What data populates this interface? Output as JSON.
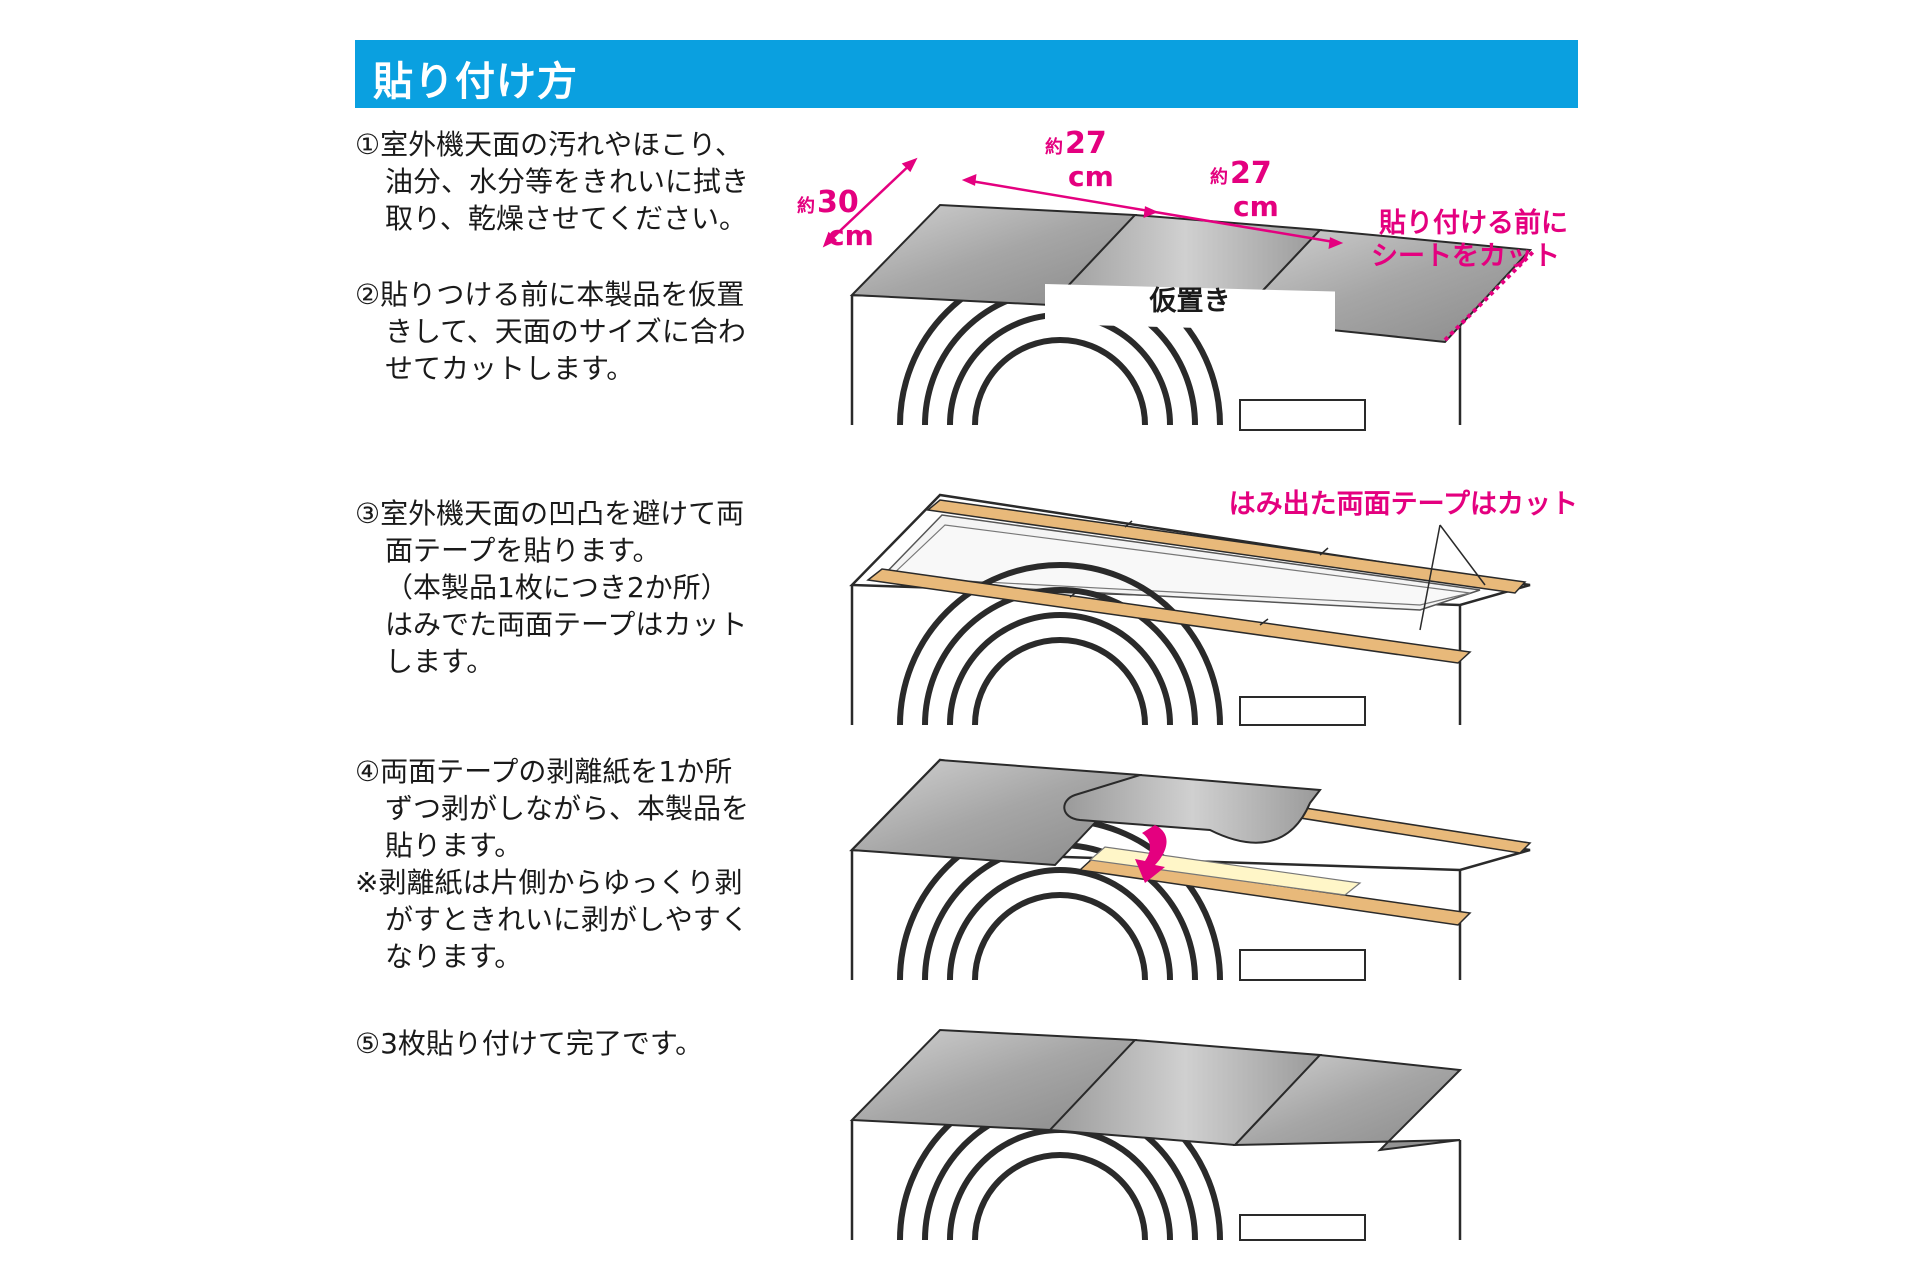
{
  "title": "貼り付け方",
  "steps": [
    {
      "lines": [
        "①室外機天面の汚れやほこり、",
        "油分、水分等をきれいに拭き",
        "取り、乾燥させてください。"
      ]
    },
    {
      "lines": [
        "②貼りつける前に本製品を仮置",
        "きして、天面のサイズに合わ",
        "せてカットします。"
      ]
    },
    {
      "lines": [
        "③室外機天面の凹凸を避けて両",
        "面テープを貼ります。",
        "（本製品1枚につき2か所）",
        "はみでた両面テープはカット",
        "します。"
      ]
    },
    {
      "lines": [
        "④両面テープの剥離紙を1か所",
        "ずつ剥がしながら、本製品を",
        "貼ります。",
        "※剥離紙は片側からゆっくり剥",
        "がすときれいに剥がしやすく",
        "なります。"
      ]
    },
    {
      "lines": [
        "⑤3枚貼り付けて完了です。"
      ]
    }
  ],
  "figures": {
    "fig1": {
      "dim_depth": {
        "prefix": "約",
        "value": "30",
        "unit": "cm"
      },
      "dim_width_1": {
        "prefix": "約",
        "value": "27",
        "unit": "cm"
      },
      "dim_width_2": {
        "prefix": "約",
        "value": "27",
        "unit": "cm"
      },
      "placement_label": "仮置き",
      "cut_note": [
        "貼り付ける前に",
        "シートをカット"
      ]
    },
    "fig2": {
      "tape_note": "はみ出た両面テープはカット"
    }
  },
  "colors": {
    "header": "#0aa0e0",
    "accent": "#e4007f",
    "tape": "#e8b97a",
    "sheet": "#a8a8a8"
  }
}
